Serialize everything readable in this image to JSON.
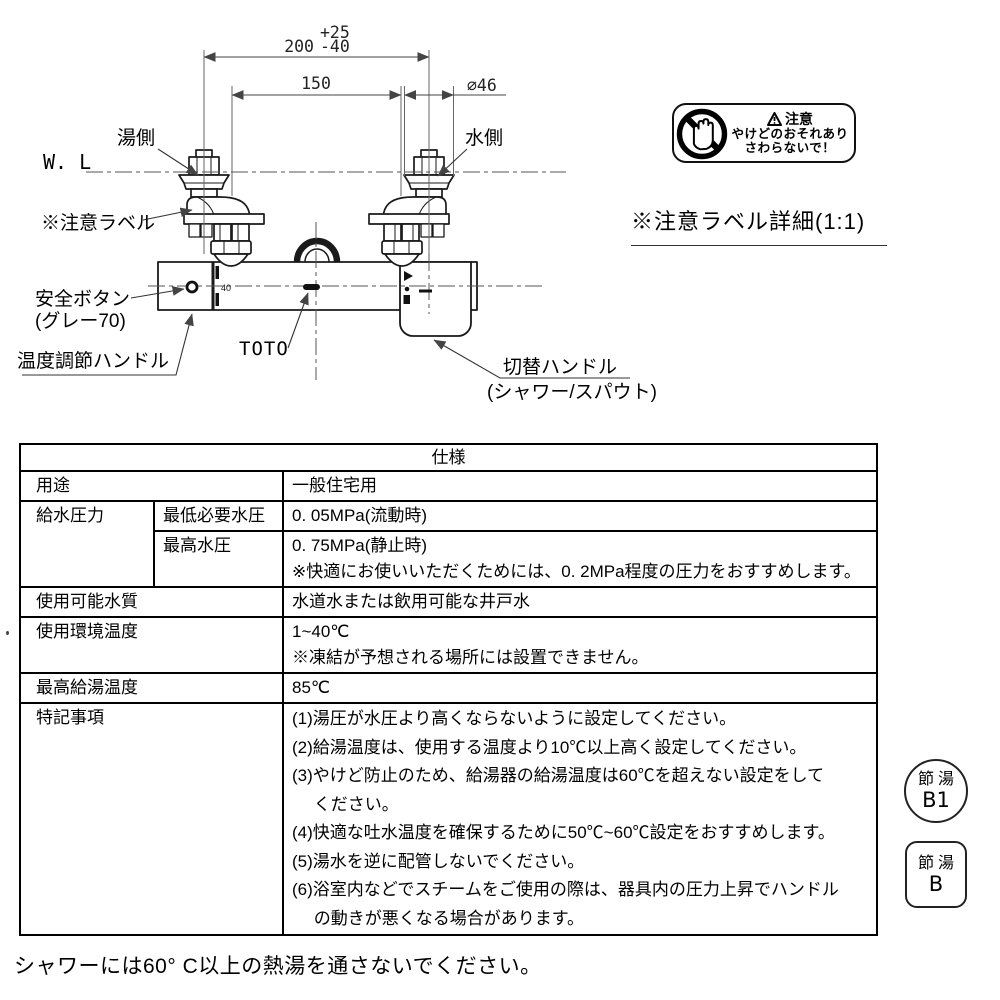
{
  "drawing": {
    "dimensions": {
      "tol_plus": "+25",
      "nominal": "200",
      "tol_minus": "-40",
      "pitch": "150",
      "diameter": "∅46"
    },
    "labels": {
      "water_line": "W. L",
      "hot_side": "湯側",
      "cold_side": "水側",
      "caution_label": "※注意ラベル",
      "safety_button_1": "安全ボタン",
      "safety_button_2": "(グレー70)",
      "temp_handle": "温度調節ハンドル",
      "brand": "TOTO",
      "scale_40": "40",
      "divert_handle_1": "切替ハンドル",
      "divert_handle_2": "(シャワー/スパウト)"
    },
    "caution_sticker": {
      "heading": "注意",
      "line1": "やけどのおそれあり",
      "line2": "さわらないで！"
    },
    "caution_detail_caption": "※注意ラベル詳細(1:1)"
  },
  "spec_table": {
    "title": "仕様",
    "rows": {
      "use_label": "用途",
      "use_value": "一般住宅用",
      "pressure_label": "給水圧力",
      "min_pressure_label": "最低必要水圧",
      "min_pressure_value": "0. 05MPa(流動時)",
      "max_pressure_label": "最高水圧",
      "max_pressure_value": [
        "0. 75MPa(静止時)",
        "※快適にお使いいただくためには、0. 2MPa程度の圧力をおすすめします。"
      ],
      "water_quality_label": "使用可能水質",
      "water_quality_value": "水道水または飲用可能な井戸水",
      "ambient_label": "使用環境温度",
      "ambient_value": [
        "1~40℃",
        "※凍結が予想される場所には設置できません。"
      ],
      "max_hot_label": "最高給湯温度",
      "max_hot_value": "85℃",
      "notes_label": "特記事項",
      "notes_value": [
        "(1)湯圧が水圧より高くならないように設定してください。",
        "(2)給湯温度は、使用する温度より10℃以上高く設定してください。",
        "(3)やけど防止のため、給湯器の給湯温度は60℃を超えない設定をして\n　 ください。",
        "(4)快適な吐水温度を確保するために50℃~60℃設定をおすすめします。",
        "(5)湯水を逆に配管しないでください。",
        "(6)浴室内などでスチームをご使用の際は、器具内の圧力上昇でハンドル\n　 の動きが悪くなる場合があります。"
      ]
    }
  },
  "badges": {
    "b1_top": "節湯",
    "b1_sub": "B1",
    "b_top": "節湯",
    "b_sub": "B"
  },
  "footer_note": "シャワーには60° C以上の熱湯を通さないでください。",
  "colors": {
    "line": "#1a1a1a",
    "dim_line": "#555555",
    "background": "#ffffff"
  }
}
